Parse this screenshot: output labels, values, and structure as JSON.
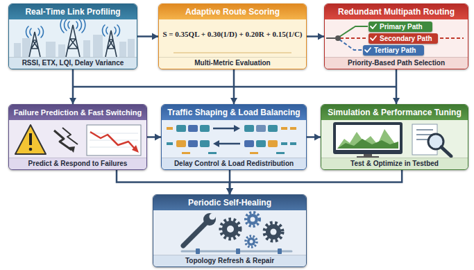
{
  "diagram": {
    "nodes": [
      {
        "text": [
          "Real-Time Link Profiling",
          "RSSI, ETX, LQI, Delay Variance"
        ]
      },
      {
        "text": [
          "Adaptive Route Scoring",
          "S = 0.35QL + 0.30(1/D) + 0.20R + 0.15(1/C)",
          "Multi-Metric Evaluation"
        ]
      },
      {
        "text": [
          "Redundant Multipath Routing",
          "Priority-Based Path Selection"
        ]
      },
      {
        "text": [
          "Primary Path"
        ],
        "in": 2
      },
      {
        "text": [
          "Secondary Path"
        ],
        "in": 2
      },
      {
        "text": [
          "Tertiary Path"
        ],
        "in": 2
      },
      {
        "text": [
          "Failure Prediction & Fast Switching",
          "Predict & Respond to Failures"
        ]
      },
      {
        "text": [
          "Traffic Shaping & Load Balancing",
          "Delay Control & Load Redistribution"
        ]
      },
      {
        "text": [
          "Simulation & Performance Tuning",
          "Test & Optimize in Testbed"
        ]
      },
      {
        "text": [
          "Periodic Self-Healing",
          "Topology Refresh & Repair"
        ]
      }
    ],
    "edges": [
      {
        "from": 0,
        "to": 1,
        "arrow": "to"
      },
      {
        "from": 1,
        "to": 2,
        "arrow": "to"
      },
      {
        "from": 0,
        "to": 6,
        "arrow": "to"
      },
      {
        "from": 1,
        "to": 7,
        "arrow": "to"
      },
      {
        "from": 2,
        "to": 8,
        "arrow": "to"
      },
      {
        "from": 6,
        "to": 7,
        "arrow": "to"
      },
      {
        "from": 7,
        "to": 8,
        "arrow": "to"
      },
      {
        "from": 6,
        "to": 9,
        "arrow": "to"
      },
      {
        "from": 7,
        "to": 9,
        "arrow": "to"
      },
      {
        "from": 8,
        "to": 9,
        "arrow": "to"
      }
    ]
  }
}
